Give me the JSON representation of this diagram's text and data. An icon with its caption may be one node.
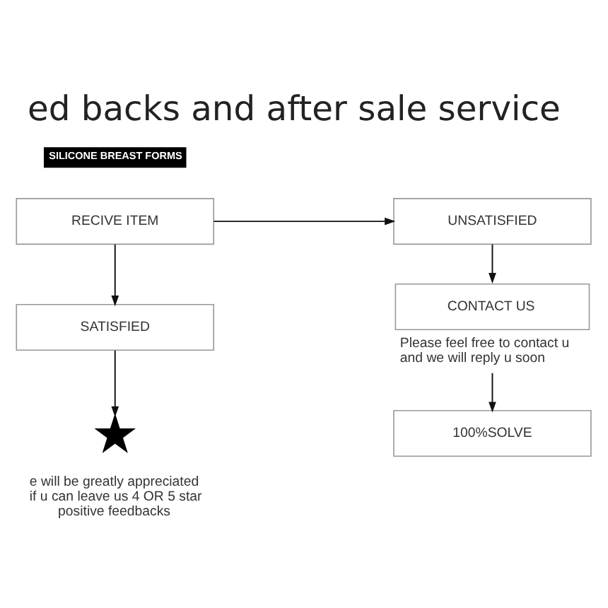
{
  "diagram": {
    "title": "ed backs and after sale service",
    "nodes": [
      {
        "text": [
          "RECIVE ITEM"
        ]
      },
      {
        "text": [
          "SATISFIED"
        ]
      },
      {
        "text": [],
        "shape": "picture",
        "beside": [
          "e will be greatly appreciated if u can leave us 4 OR 5 star positive feedbacks"
        ]
      },
      {
        "text": [
          "UNSATISFIED"
        ]
      },
      {
        "text": [
          "CONTACT US"
        ],
        "beside": [
          "Please feel free to contact u and we will reply u soon"
        ]
      },
      {
        "text": [
          "100%SOLVE"
        ]
      }
    ],
    "edges": [
      {
        "from": 0,
        "to": 1,
        "arrow": "to"
      },
      {
        "from": 1,
        "to": 2,
        "arrow": "to"
      },
      {
        "from": 0,
        "to": 3,
        "arrow": "to"
      },
      {
        "from": 3,
        "to": 4,
        "arrow": "to"
      },
      {
        "from": 4,
        "to": 5,
        "arrow": "to"
      }
    ],
    "labels": [
      "SILICONE BREAST FORMS"
    ]
  }
}
